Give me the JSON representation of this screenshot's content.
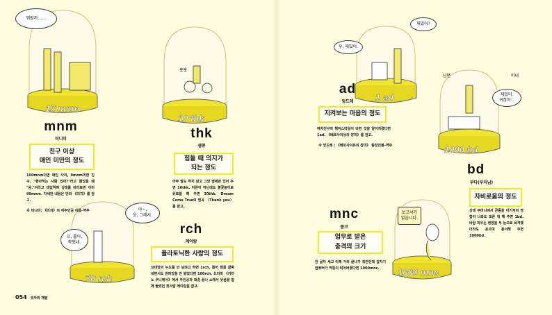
{
  "entries": [
    {
      "unit": "mnm",
      "reading": "미니미",
      "definition": "친구 이상\n애인 미만의 정도",
      "body": "100mnm이면 애인 사이, 0mnm이면 친구. \"좋아하는 사람 있어?\"라고 물었을 때 \"응.\"이라고 대답하며 상대를 바라보면 이미 99mnm. 자세한 내용은 만화 《미치》를 참고.",
      "note": "※ 미니미: 《미치》의 여주인공 이름–역주",
      "jar_label": "15 mnm",
      "speech": [
        "뭐랄까……"
      ]
    },
    {
      "unit": "thk",
      "reading": "생큐",
      "definition": "힘들 때 의지가\n되는 정도",
      "body": "아무 말도 하지 않고 그냥 옆에만 있어 주면 10thk. 어른이 아닌데도 불꽃놀이로 위로를 해 주면 30thk. Dream Come True의 명곡 〈Thank you〉를 참고.",
      "jar_label": "10 thk",
      "speech": [
        "훗훗"
      ]
    },
    {
      "unit": "rch",
      "reading": "레이랑",
      "definition": "플라토닉한 사랑의 정도",
      "body": "상대방의 누드를 안 보려고 하면 1rch. 들어 봤을 골짜 세면서도 원피앙을 안 봤었다면 100rch. 드라마 《카타노 쿠니에서》에서 주인공과 대결 끝나 소에서 웃음을 함께 들었던 첫사랑 레이랑을 참고.",
      "jar_label": "70 rch",
      "speech": [
        "아~,\n응, 그래서.",
        "으, 좋아,\n착했네."
      ]
    },
    {
      "unit": "ad",
      "reading": "앙드레",
      "definition": "지켜보는 마음의 정도",
      "body": "여자친구의 헤어스타일이 바뀐 것을 알아차렸다면 1ad. 《베르사이유의 장미》를 참고.",
      "note": "※ 앙드레 : 《베르사이유의 장미》 등장인물–역주",
      "jar_label": "1 ad",
      "speech": [
        "우, 재밌어.",
        "재밌어?"
      ]
    },
    {
      "unit": "bd",
      "reading": "부다(부처님)",
      "definition": "자비로움의 정도",
      "body": "상대 주머니에서 콘돔을 아기처의 명함이 나와도 모른 척 해 주면 1bd. 바람 피우는 현장을 두 눈으로 목격했더라도 웃으며 용서해 주면 1000bd.",
      "jar_label": "1000 bd",
      "speech": [
        "재밌어.\n귀찮아♡",
        "남편",
        "아내"
      ]
    },
    {
      "unit": "mnc",
      "reading": "뭉크",
      "definition": "업무로 받은\n충격의 크기",
      "body": "한 글자 세고 이제 거의 끝나가 직전인데 갑자기 컴퓨터가 먹통이 되어버렸다면 1000mnc.",
      "jar_label": "1000 mnc",
      "speech": [
        "보고서가\n없습니다."
      ]
    }
  ],
  "footer": {
    "page": "054",
    "title": "숫자의 재발"
  },
  "colors": {
    "accent": "#f4e82a",
    "background": "#fffce0"
  }
}
